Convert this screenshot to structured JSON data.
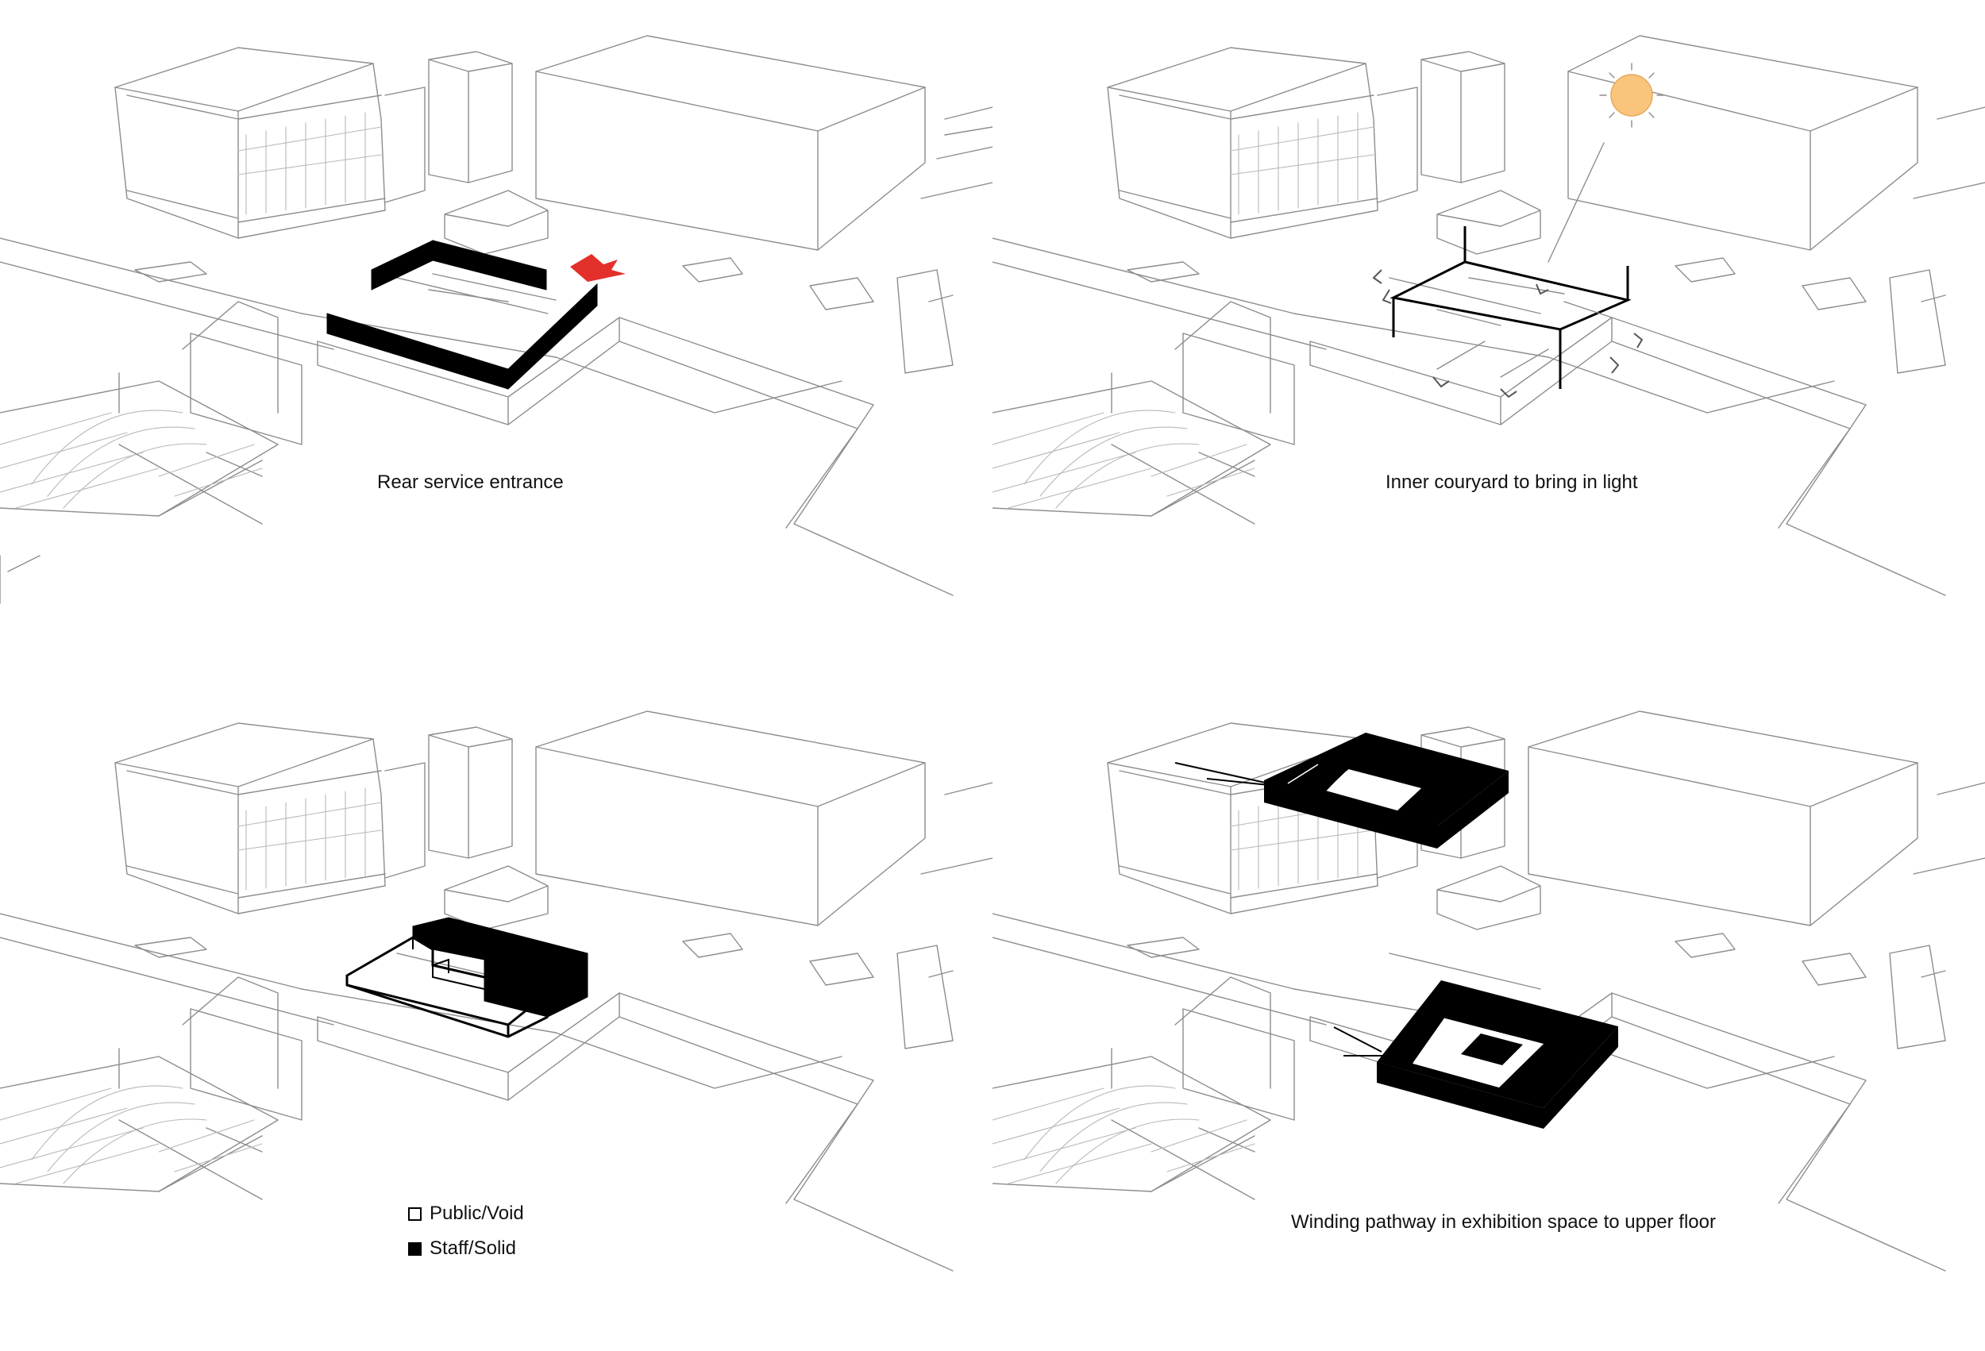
{
  "panels": [
    {
      "id": "service-entrance",
      "caption": "Rear service entrance",
      "accent": "#e3302b"
    },
    {
      "id": "courtyard",
      "caption": "Inner couryard to bring in light",
      "sun_color": "#f9c57d"
    },
    {
      "id": "public-staff",
      "caption": "",
      "legend": [
        {
          "label": "Public/Void",
          "swatch": "outline"
        },
        {
          "label": "Staff/Solid",
          "swatch": "filled"
        }
      ]
    },
    {
      "id": "pathway",
      "caption": "Winding pathway in exhibition space to upper floor"
    }
  ],
  "colors": {
    "linework": "#8d8d8d",
    "massing": "#000000",
    "background": "#ffffff"
  }
}
